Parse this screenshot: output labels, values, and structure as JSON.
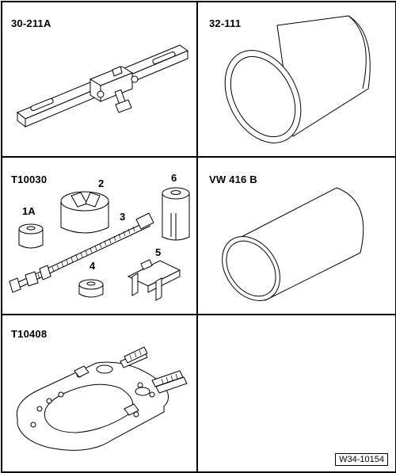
{
  "panels": {
    "p1": {
      "label": "30-211A"
    },
    "p2": {
      "label": "32-111"
    },
    "p3": {
      "label": "T10030",
      "parts": [
        "1A",
        "2",
        "3",
        "4",
        "5",
        "6"
      ]
    },
    "p4": {
      "label": "VW 416 B"
    },
    "p5": {
      "label": "T10408"
    },
    "p6": {
      "label": ""
    }
  },
  "document_id": "W34-10154"
}
